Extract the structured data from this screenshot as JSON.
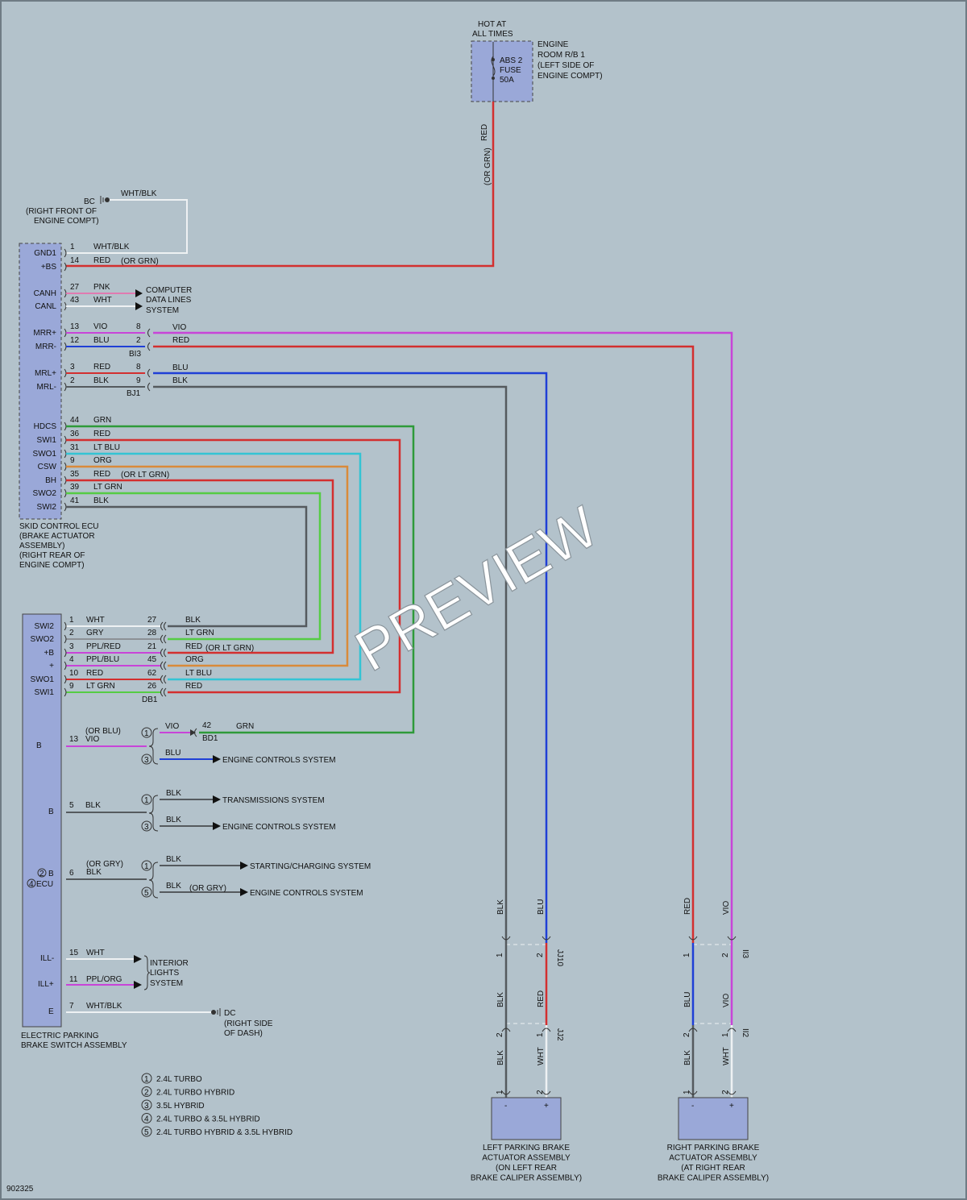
{
  "colors": {
    "background": "#b3c2cb",
    "component_fill": "#9aa8d8",
    "red": "#d32f2f",
    "violet": "#c844d8",
    "blue": "#1f3fd6",
    "black": "#555a5e",
    "green": "#2e9a3a",
    "cyan": "#33c4d4",
    "orange": "#d98a3a",
    "light_green": "#55cc44",
    "white": "#eef1f3",
    "gray": "#8c9196",
    "pink": "#e07ab0"
  },
  "fuse_block": {
    "hot_label": [
      "HOT AT",
      "ALL TIMES"
    ],
    "fuse_label": [
      "ABS 2",
      "FUSE",
      "50A"
    ],
    "location": [
      "ENGINE",
      "ROOM R/B 1",
      "(LEFT SIDE OF",
      "ENGINE COMPT)"
    ],
    "wire_color": "RED",
    "wire_alt": "(OR GRN)"
  },
  "ground_bc": {
    "label": "BC",
    "location": [
      "(RIGHT FRONT OF",
      "ENGINE COMPT)"
    ],
    "wire": "WHT/BLK"
  },
  "skid_ecu": {
    "name": [
      "SKID CONTROL ECU",
      "(BRAKE ACTUATOR",
      "ASSEMBLY)",
      "(RIGHT REAR OF",
      "ENGINE COMPT)"
    ],
    "pins": [
      {
        "name": "GND1",
        "num": "1",
        "wire": "WHT/BLK",
        "note": ""
      },
      {
        "name": "+BS",
        "num": "14",
        "wire": "RED",
        "note": "(OR GRN)"
      },
      {
        "name": "CANH",
        "num": "27",
        "wire": "PNK",
        "note": ""
      },
      {
        "name": "CANL",
        "num": "43",
        "wire": "WHT",
        "note": ""
      },
      {
        "name": "MRR+",
        "num": "13",
        "wire": "VIO",
        "note": ""
      },
      {
        "name": "MRR-",
        "num": "12",
        "wire": "BLU",
        "note": ""
      },
      {
        "name": "MRL+",
        "num": "3",
        "wire": "RED",
        "note": ""
      },
      {
        "name": "MRL-",
        "num": "2",
        "wire": "BLK",
        "note": ""
      },
      {
        "name": "HDCS",
        "num": "44",
        "wire": "GRN",
        "note": ""
      },
      {
        "name": "SWI1",
        "num": "36",
        "wire": "RED",
        "note": ""
      },
      {
        "name": "SWO1",
        "num": "31",
        "wire": "LT BLU",
        "note": ""
      },
      {
        "name": "CSW",
        "num": "9",
        "wire": "ORG",
        "note": ""
      },
      {
        "name": "BH",
        "num": "35",
        "wire": "RED",
        "note": "(OR LT GRN)"
      },
      {
        "name": "SWO2",
        "num": "39",
        "wire": "LT GRN",
        "note": ""
      },
      {
        "name": "SWI2",
        "num": "41",
        "wire": "BLK",
        "note": ""
      }
    ]
  },
  "computer_data": [
    "COMPUTER",
    "DATA LINES",
    "SYSTEM"
  ],
  "connector_bi3": {
    "name": "BI3",
    "pins": [
      {
        "num": "8",
        "wire": "VIO"
      },
      {
        "num": "2",
        "wire": "RED"
      }
    ]
  },
  "connector_bj1": {
    "name": "BJ1",
    "pins": [
      {
        "num": "8",
        "wire": "BLU"
      },
      {
        "num": "9",
        "wire": "BLK"
      }
    ]
  },
  "switch_assy": {
    "name": [
      "ELECTRIC PARKING",
      "BRAKE SWITCH ASSEMBLY"
    ],
    "pins": [
      {
        "name": "SWI2",
        "num": "1",
        "wire": "WHT",
        "note": ""
      },
      {
        "name": "SWO2",
        "num": "2",
        "wire": "GRY",
        "note": ""
      },
      {
        "name": "+B",
        "num": "3",
        "wire": "PPL/RED",
        "note": ""
      },
      {
        "name": "+",
        "num": "4",
        "wire": "PPL/BLU",
        "note": ""
      },
      {
        "name": "SWO1",
        "num": "10",
        "wire": "RED",
        "note": ""
      },
      {
        "name": "SWI1",
        "num": "9",
        "wire": "LT GRN",
        "note": ""
      }
    ],
    "b1": {
      "name": "B",
      "num": "13",
      "wire": "VIO",
      "note": "(OR BLU)"
    },
    "b2": {
      "name": "B",
      "num": "5",
      "wire": "BLK"
    },
    "ecu": {
      "name_top": "B",
      "name_bottom": "ECU",
      "num": "6",
      "wire": "BLK",
      "note": "(OR GRY)"
    },
    "ill_minus": {
      "name": "ILL-",
      "num": "15",
      "wire": "WHT"
    },
    "ill_plus": {
      "name": "ILL+",
      "num": "11",
      "wire": "PPL/ORG"
    },
    "e": {
      "name": "E",
      "num": "7",
      "wire": "WHT/BLK"
    }
  },
  "connector_db1": {
    "name": "DB1",
    "pins": [
      {
        "num": "27",
        "wire": "BLK",
        "note": ""
      },
      {
        "num": "28",
        "wire": "LT GRN",
        "note": ""
      },
      {
        "num": "21",
        "wire": "RED",
        "note": "(OR LT GRN)"
      },
      {
        "num": "45",
        "wire": "ORG",
        "note": ""
      },
      {
        "num": "62",
        "wire": "LT BLU",
        "note": ""
      },
      {
        "num": "26",
        "wire": "RED",
        "note": ""
      }
    ]
  },
  "connector_bd1": {
    "name": "BD1",
    "num": "42",
    "wire_in": "VIO",
    "wire_out": "GRN"
  },
  "b_branches": [
    {
      "variant": "1",
      "wire": "VIO"
    },
    {
      "variant": "3",
      "wire": "BLU",
      "target": "ENGINE CONTROLS SYSTEM"
    }
  ],
  "b2_branches": [
    {
      "variant": "1",
      "wire": "BLK",
      "target": "TRANSMISSIONS SYSTEM"
    },
    {
      "variant": "3",
      "wire": "BLK",
      "target": "ENGINE CONTROLS SYSTEM"
    }
  ],
  "ecu_branches": [
    {
      "variant": "1",
      "wire": "BLK",
      "note": "",
      "target": "STARTING/CHARGING SYSTEM"
    },
    {
      "variant": "5",
      "wire": "BLK",
      "note": "(OR GRY)",
      "target": "ENGINE CONTROLS SYSTEM"
    }
  ],
  "ecu_variant_marks": [
    "2",
    "4"
  ],
  "interior": [
    "INTERIOR",
    "LIGHTS",
    "SYSTEM"
  ],
  "ground_dc": {
    "label": "DC",
    "location": [
      "(RIGHT SIDE",
      "OF DASH)"
    ]
  },
  "legend": [
    {
      "num": "1",
      "text": "2.4L TURBO"
    },
    {
      "num": "2",
      "text": "2.4L TURBO HYBRID"
    },
    {
      "num": "3",
      "text": "3.5L HYBRID"
    },
    {
      "num": "4",
      "text": "2.4L TURBO & 3.5L HYBRID"
    },
    {
      "num": "5",
      "text": "2.4L TURBO HYBRID & 3.5L HYBRID"
    }
  ],
  "left_actuator": {
    "name": [
      "LEFT PARKING BRAKE",
      "ACTUATOR ASSEMBLY",
      "(ON LEFT REAR",
      "BRAKE CALIPER ASSEMBLY)"
    ],
    "conn1": "JJ10",
    "conn2": "JJ2",
    "wires_top": [
      "BLK",
      "BLU"
    ],
    "wires_mid": [
      "BLK",
      "RED"
    ],
    "wires_bottom": [
      "BLK",
      "WHT"
    ],
    "pins_top": [
      "1",
      "2"
    ],
    "pins_mid": [
      "2",
      "1"
    ],
    "pins_bottom": [
      "1",
      "2"
    ],
    "terminals": [
      "-",
      "+"
    ]
  },
  "right_actuator": {
    "name": [
      "RIGHT PARKING BRAKE",
      "ACTUATOR ASSEMBLY",
      "(AT RIGHT REAR",
      "BRAKE CALIPER ASSEMBLY)"
    ],
    "conn1": "II3",
    "conn2": "II2",
    "wires_top": [
      "RED",
      "VIO"
    ],
    "wires_mid": [
      "BLU",
      "VIO"
    ],
    "wires_bottom": [
      "BLK",
      "WHT"
    ],
    "pins_top": [
      "1",
      "2"
    ],
    "pins_mid": [
      "2",
      "1"
    ],
    "pins_bottom": [
      "1",
      "2"
    ],
    "terminals": [
      "-",
      "+"
    ]
  },
  "watermark": "PREVIEW",
  "figure_id": "902325"
}
